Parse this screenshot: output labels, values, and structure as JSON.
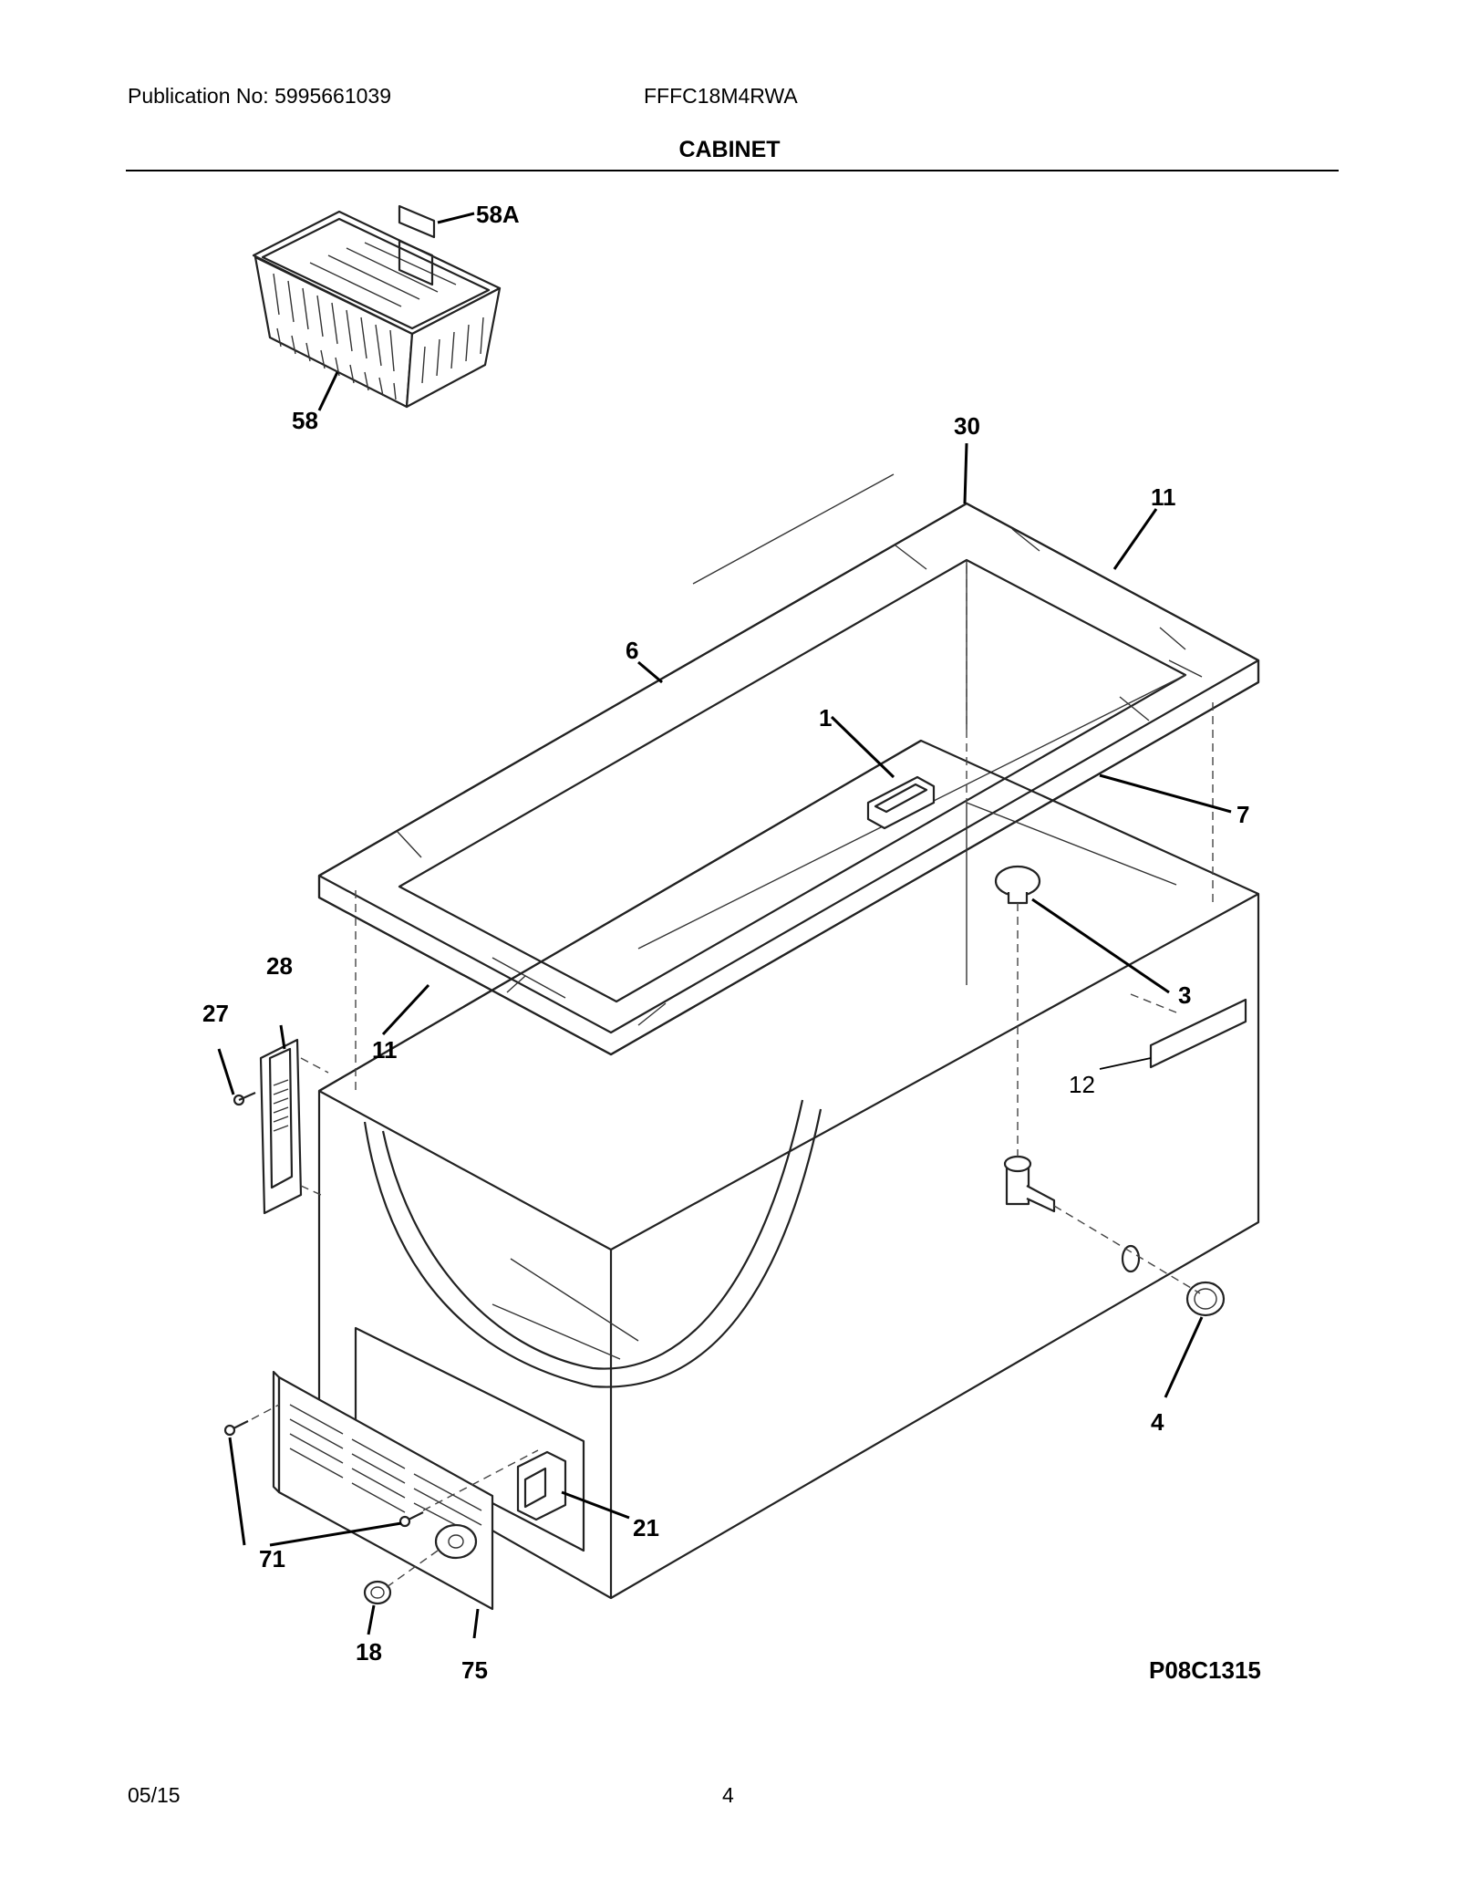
{
  "header": {
    "publication": "Publication No: 5995661039",
    "model": "FFFC18M4RWA",
    "section": "CABINET"
  },
  "footer": {
    "date": "05/15",
    "page": "4"
  },
  "diagram_code": "P08C1315",
  "callouts": {
    "c58a": "58A",
    "c58": "58",
    "c30": "30",
    "c11a": "11",
    "c6": "6",
    "c1": "1",
    "c7": "7",
    "c3": "3",
    "c28": "28",
    "c27": "27",
    "c11b": "11",
    "c12": "12",
    "c4": "4",
    "c21": "21",
    "c71": "71",
    "c18": "18",
    "c75": "75"
  }
}
